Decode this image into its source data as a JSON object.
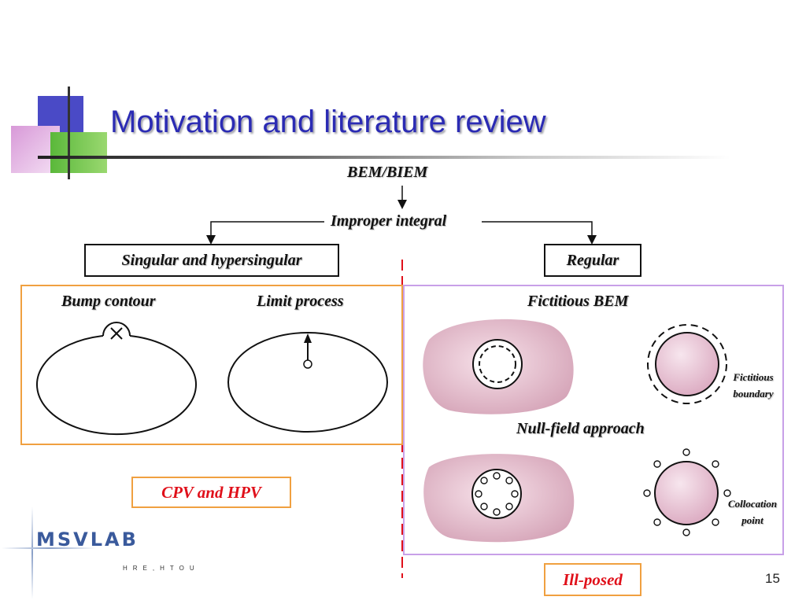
{
  "slide": {
    "title": "Motivation and literature review",
    "page_number": "15"
  },
  "flow": {
    "root": "BEM/BIEM",
    "middle": "Improper integral",
    "left_branch": "Singular and hypersingular",
    "right_branch": "Regular"
  },
  "left_panel": {
    "bump_label": "Bump contour",
    "limit_label": "Limit process",
    "result": "CPV and HPV"
  },
  "right_panel": {
    "fictitious_label": "Fictitious  BEM",
    "fictitious_note_line1": "Fictitious",
    "fictitious_note_line2": "boundary",
    "nullfield_label": "Null-field approach",
    "collocation_note_line1": "Collocation",
    "collocation_note_line2": "point",
    "result": "Ill-posed"
  },
  "logo": {
    "name": "MSVLAB",
    "subtitle": "HRE,HTOU"
  },
  "colors": {
    "title": "#2b2bb4",
    "left_frame": "#f0a040",
    "right_frame": "#c8a0e8",
    "divider": "#e0101a",
    "pink_fill": "#dfb6c8"
  }
}
